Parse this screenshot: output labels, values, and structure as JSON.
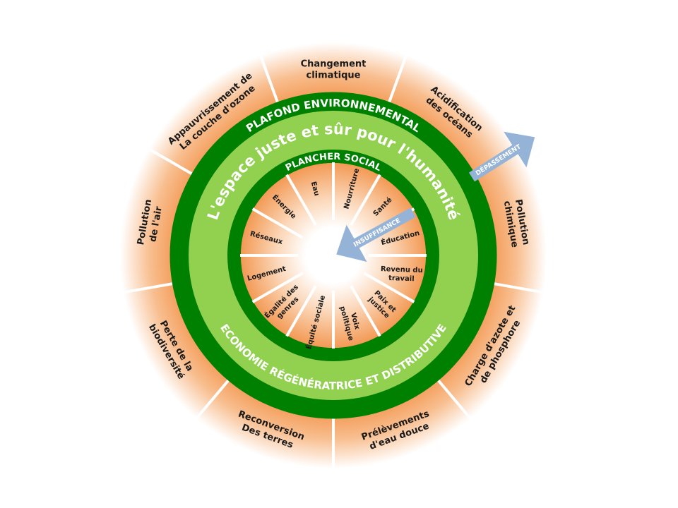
{
  "colors": {
    "dark_green": "#008000",
    "light_green": "#92D050",
    "orange": "#F5A262",
    "arrow_blue": "#95B3D7",
    "divider": "#ffffff"
  },
  "rings": {
    "ceiling": "PLAFOND ENVIRONNEMENTAL",
    "safe_space": "L'espace juste et sûr pour l'humanité",
    "floor": "PLANCHER SOCIAL",
    "economy": "ECONOMIE RÉGÉNÉRATRICE ET DISTRIBUTIVE"
  },
  "arrows": {
    "overshoot": "DÉPASSEMENT",
    "shortfall": "INSUFFISANCE"
  },
  "ecological_ceiling": [
    {
      "lines": [
        "Changement",
        "climatique"
      ]
    },
    {
      "lines": [
        "Acidification",
        "des océans"
      ]
    },
    {
      "lines": [
        "Pollution",
        "chimique"
      ]
    },
    {
      "lines": [
        "Charge d'azote et",
        "de phosphore"
      ]
    },
    {
      "lines": [
        "Prélèvements",
        "d'eau douce"
      ]
    },
    {
      "lines": [
        "Reconversion",
        "Des terres"
      ]
    },
    {
      "lines": [
        "Perte de la",
        "biodiversité"
      ]
    },
    {
      "lines": [
        "Pollution",
        "de l'air"
      ]
    },
    {
      "lines": [
        "Appauvrissement de",
        "La couche d'ozone"
      ]
    }
  ],
  "social_foundation": [
    {
      "lines": [
        "Nourriture"
      ]
    },
    {
      "lines": [
        "Santé"
      ]
    },
    {
      "lines": [
        "Éducation"
      ]
    },
    {
      "lines": [
        "Revenu du",
        "travail"
      ]
    },
    {
      "lines": [
        "Paix et",
        "justice"
      ]
    },
    {
      "lines": [
        "Voix",
        "politique"
      ]
    },
    {
      "lines": [
        "Équité sociale"
      ]
    },
    {
      "lines": [
        "Égalité des",
        "genres"
      ]
    },
    {
      "lines": [
        "Logement"
      ]
    },
    {
      "lines": [
        "Réseaux"
      ]
    },
    {
      "lines": [
        "Énergie"
      ]
    },
    {
      "lines": [
        "Eau"
      ]
    }
  ]
}
